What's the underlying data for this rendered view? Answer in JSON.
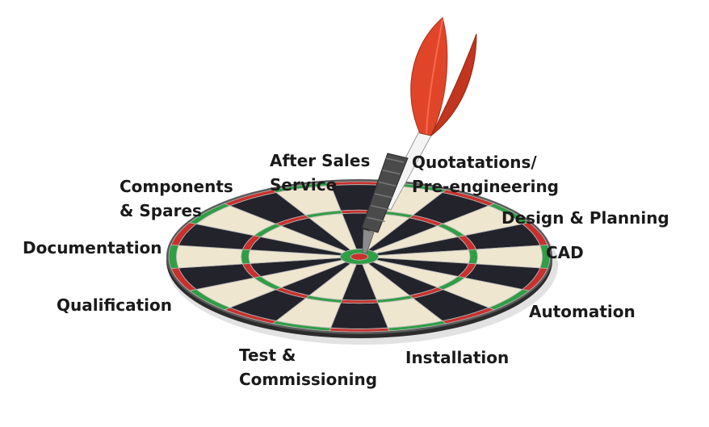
{
  "labels": {
    "after_sales": [
      "After Sales",
      "Service"
    ],
    "quotations": [
      "Quotatations/",
      "Pre-engineering"
    ],
    "components": [
      "Components",
      "& Spares"
    ],
    "design": "Design & Planning",
    "documentation": "Documentation",
    "cad": "CAD",
    "qualification": "Qualification",
    "automation": "Automation",
    "test": [
      "Test &",
      "Commissioning"
    ],
    "installation": "Installation"
  },
  "colors": {
    "dark_segment": "#23232b",
    "light_segment": "#efe6cf",
    "red_ring": "#c9302c",
    "green_ring": "#2f9e44",
    "wire": "#b9b9b9",
    "rim": "#5a5a5a",
    "flight": "#e0452a",
    "barrel": "#4a4a4a"
  }
}
